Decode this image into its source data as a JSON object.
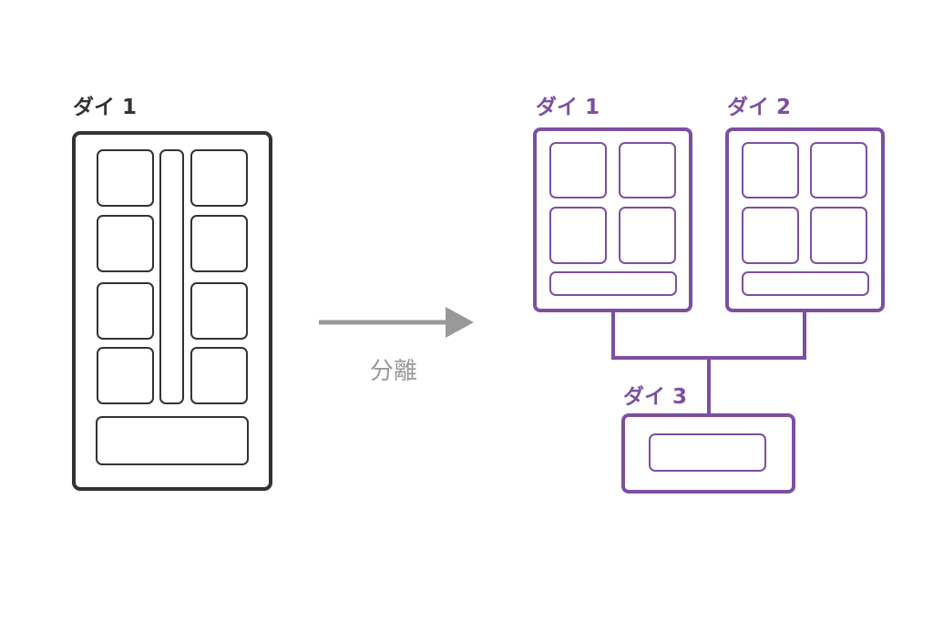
{
  "colors": {
    "before": "#333333",
    "after": "#7d4fa1",
    "arrow": "#999999"
  },
  "before": {
    "label": "ダイ 1"
  },
  "arrow": {
    "label": "分離"
  },
  "after": {
    "die1": {
      "label": "ダイ 1"
    },
    "die2": {
      "label": "ダイ 2"
    },
    "die3": {
      "label": "ダイ 3"
    }
  }
}
